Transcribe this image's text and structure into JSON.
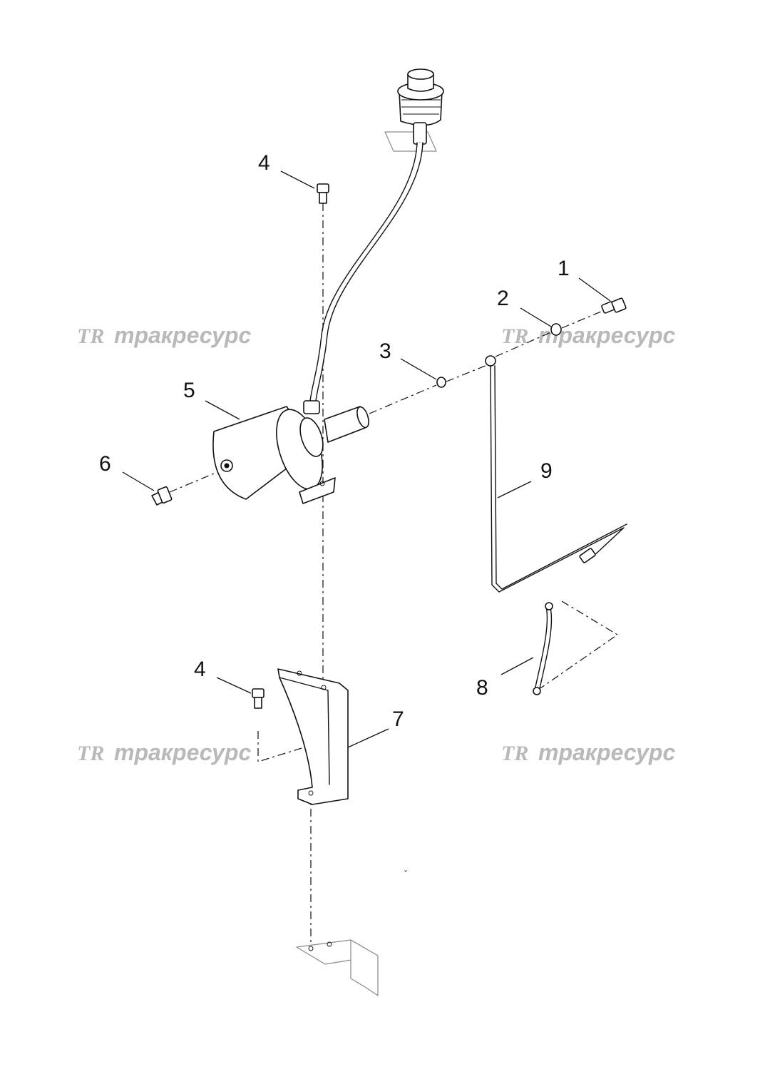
{
  "watermark": {
    "logo": "TR",
    "text": "тракресурс",
    "color": "#b9b9b9"
  },
  "callouts": [
    {
      "id": "1",
      "label": "1"
    },
    {
      "id": "2",
      "label": "2"
    },
    {
      "id": "3",
      "label": "3"
    },
    {
      "id": "4a",
      "label": "4"
    },
    {
      "id": "4b",
      "label": "4"
    },
    {
      "id": "5",
      "label": "5"
    },
    {
      "id": "6",
      "label": "6"
    },
    {
      "id": "7",
      "label": "7"
    },
    {
      "id": "8",
      "label": "8"
    },
    {
      "id": "9",
      "label": "9"
    }
  ],
  "stray_mark": "ˇ"
}
